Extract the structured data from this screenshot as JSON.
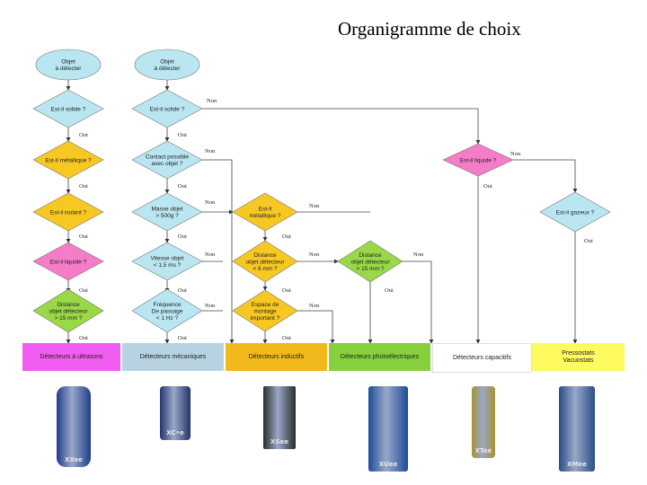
{
  "title": "Organigramme de choix",
  "colors": {
    "blue": "#b9e6f1",
    "yellow": "#f8c822",
    "pink": "#f57cc6",
    "green": "#99d846",
    "magenta": "#f15cf1",
    "grey_cat": "#b7d3e1",
    "yellow_cat": "#f2b91c",
    "green_cat": "#86cf3d",
    "white_cat": "#ffffff",
    "lightyellow_cat": "#fefb60"
  },
  "start": {
    "col1": "Objet\nà détecter",
    "col2": "Objet\nà détecter"
  },
  "col1": {
    "q1": "Est-il solide ?",
    "q2": "Est-il métallique ?",
    "q3": "Est-il isolant ?",
    "q4": "Est-il liquide ?",
    "q5": "Distance\nobjet détecteur\n> 15 mm ?"
  },
  "col2": {
    "q1": "Est-il solide ?",
    "q2": "Contact possible\navec objet ?",
    "q3": "Masse objet\n> 500g ?",
    "q4": "Vitesse objet\n< 1,5 ms ?",
    "q5": "Fréquence\nDe passage\n< 1 Hz ?"
  },
  "col3": {
    "q1": "Est-il\nmétallique ?",
    "q2": "Distance\nobjet détecteur\n< 6 mm ?",
    "q3": "Espace de\nmontage\nimportant ?"
  },
  "col4": {
    "q1": "Distance\nobjet détecteur\n> 15 mm ?"
  },
  "right": {
    "q1": "Est-il liquide ?",
    "q2": "Est-il gazeux ?"
  },
  "labels": {
    "oui": "Oui",
    "non": "Non"
  },
  "categories": [
    {
      "text": "Détecteurs à ultrasons"
    },
    {
      "text": "Détecteurs mécaniques"
    },
    {
      "text": "Détecteurs inductifs"
    },
    {
      "text": "Détecteurs photoélectriques"
    },
    {
      "text": "Détecteurs capacitifs"
    },
    {
      "text": "Pressostats\nVacuostats"
    }
  ],
  "products": [
    {
      "label": "XXee",
      "icon": "ultrasonic-sensor-icon"
    },
    {
      "label": "XC•e",
      "icon": "limit-switch-icon"
    },
    {
      "label": "XSee",
      "icon": "inductive-sensor-icon"
    },
    {
      "label": "XUee",
      "icon": "photoelectric-sensor-icon"
    },
    {
      "label": "XTee",
      "icon": "capacitive-sensor-icon"
    },
    {
      "label": "XMee",
      "icon": "pressure-switch-icon"
    }
  ]
}
